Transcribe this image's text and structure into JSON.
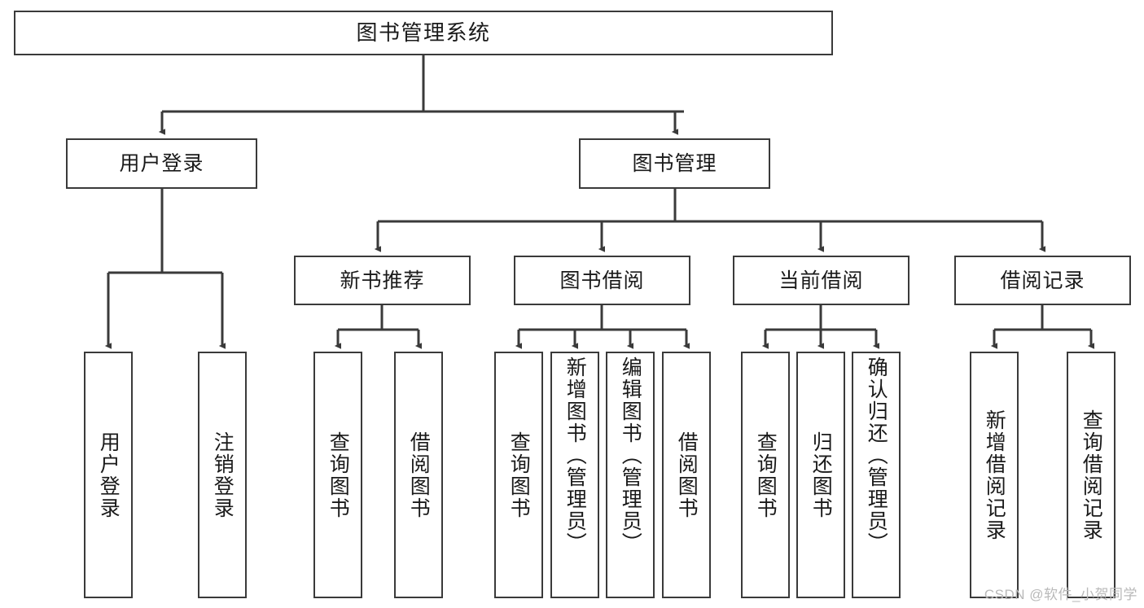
{
  "diagram": {
    "title": "图书管理系统",
    "watermark": "CSDN @软件_小贺同学",
    "stroke_color": "#3a3a3a",
    "background_color": "#ffffff",
    "text_color": "#1a1a1a",
    "levels": {
      "root": {
        "label": "图书管理系统"
      },
      "level2": [
        {
          "label": "用户登录"
        },
        {
          "label": "图书管理"
        }
      ],
      "level3": [
        {
          "label": "新书推荐"
        },
        {
          "label": "图书借阅"
        },
        {
          "label": "当前借阅"
        },
        {
          "label": "借阅记录"
        }
      ],
      "leaves": {
        "user_login": [
          {
            "label": "用户登录"
          },
          {
            "label": "注销登录"
          }
        ],
        "new_book_recommend": [
          {
            "label": "查询图书"
          },
          {
            "label": "借阅图书"
          }
        ],
        "book_borrow": [
          {
            "label": "查询图书"
          },
          {
            "label": "新增图书（管理员）"
          },
          {
            "label": "编辑图书（管理员）"
          },
          {
            "label": "借阅图书"
          }
        ],
        "current_borrow": [
          {
            "label": "查询图书"
          },
          {
            "label": "归还图书"
          },
          {
            "label": "确认归还（管理员）"
          }
        ],
        "borrow_record": [
          {
            "label": "新增借阅记录"
          },
          {
            "label": "查询借阅记录"
          }
        ]
      }
    }
  }
}
